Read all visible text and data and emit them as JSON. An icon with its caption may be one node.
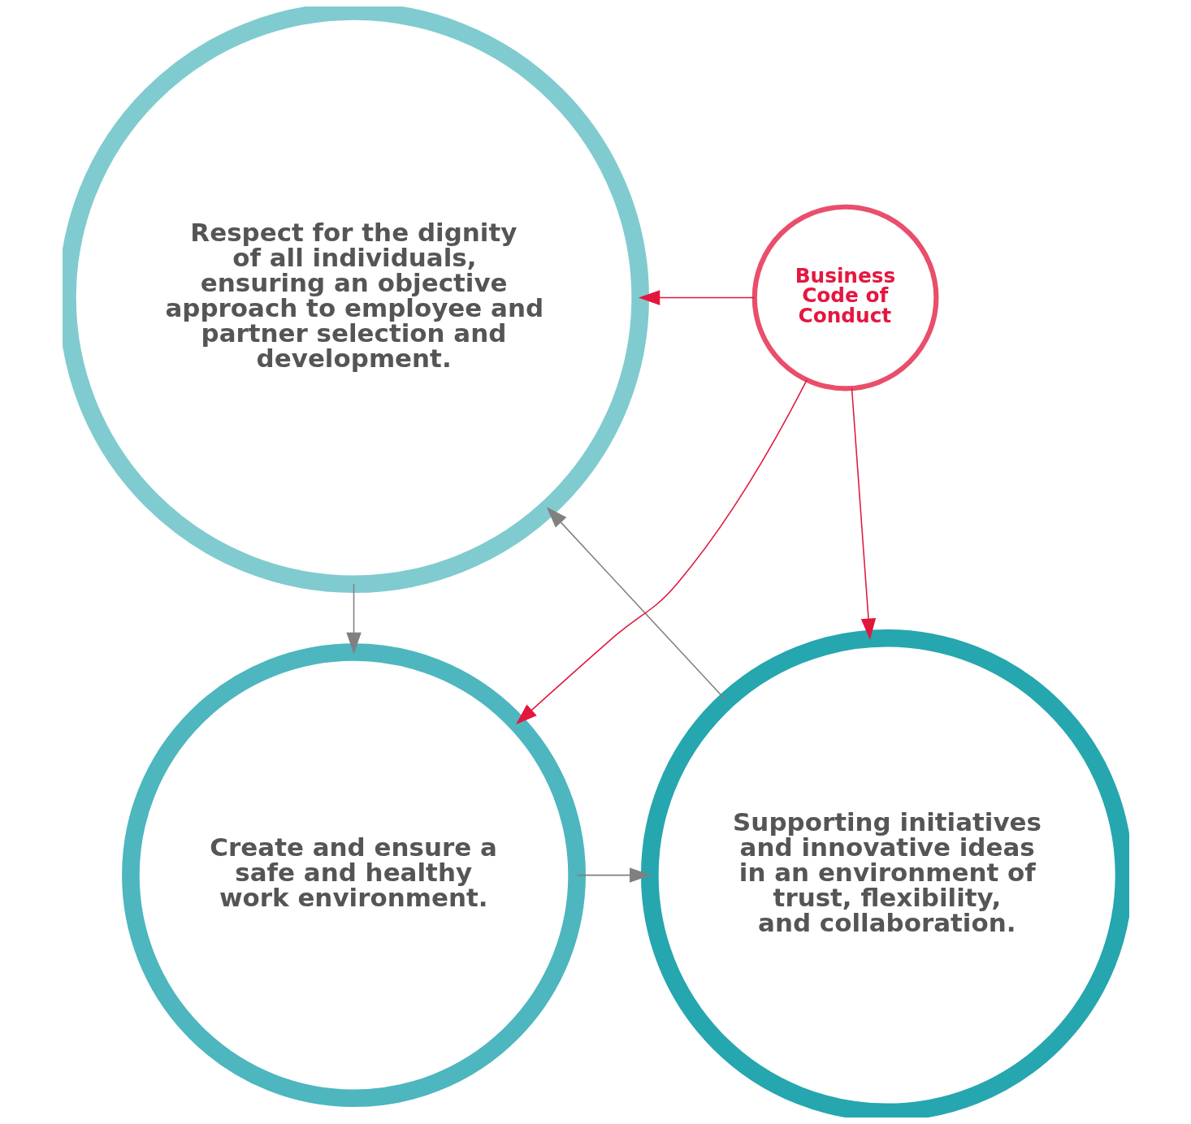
{
  "diagram": {
    "nodes": [
      {
        "text": [
          "Respect for the dignity of all individuals, ensuring an objective approach to employee and partner selection and development."
        ]
      },
      {
        "text": [
          "Supporting initiatives and innovative ideas in an environment of trust, flexibility, and collaboration."
        ]
      },
      {
        "text": [
          "Create and ensure a safe and healthy work environment."
        ]
      },
      {
        "text": [
          "Business Code of Conduct"
        ]
      }
    ],
    "edges": [
      {
        "from": 3,
        "to": 0,
        "arrow": "to",
        "color": "#e2173d"
      },
      {
        "from": 3,
        "to": 1,
        "arrow": "to",
        "color": "#e2173d"
      },
      {
        "from": 3,
        "to": 2,
        "arrow": "to",
        "color": "#e2173d"
      },
      {
        "from": 0,
        "to": 2,
        "arrow": "to",
        "color": "#808080"
      },
      {
        "from": 2,
        "to": 1,
        "arrow": "to",
        "color": "#808080"
      },
      {
        "from": 1,
        "to": 0,
        "arrow": "to",
        "color": "#808080"
      }
    ]
  }
}
